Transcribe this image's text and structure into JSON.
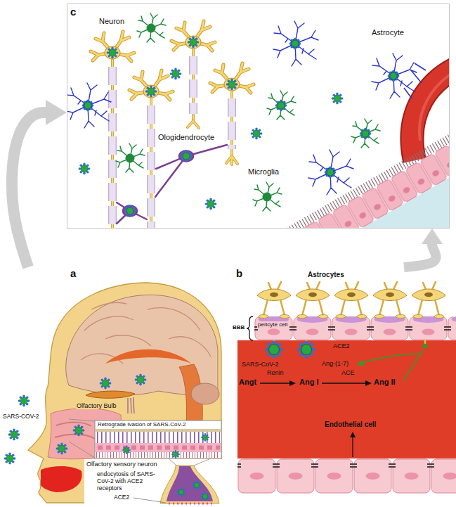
{
  "diagram": {
    "nodes": [
      {
        "text": [
          "c"
        ]
      },
      {
        "text": [
          "a"
        ]
      },
      {
        "text": [
          "b"
        ]
      }
    ],
    "edges": [
      {
        "from": 1,
        "to": 0,
        "arrow": "to"
      },
      {
        "from": 2,
        "to": 0,
        "arrow": "to"
      }
    ],
    "labels": [
      "Neuron",
      "Astrocyte",
      "Ologidendrocyte",
      "Microglia",
      "Olfactory Bulb",
      "SARS-COV-2",
      "Retrograde Ivasion of SARS-CoV-2",
      "Olfactory sensory neuron",
      "endocytosis of SARS-CoV-2 with ACE2 receptors",
      "ACE2",
      "Astrocytes",
      "BBB",
      "pericyte cell",
      "ACE2",
      "SARS-CoV-2",
      "Ang-(1-7)",
      "Angt",
      "Renin",
      "Ang I",
      "ACE",
      "Ang II",
      "Endothelial cell"
    ]
  }
}
